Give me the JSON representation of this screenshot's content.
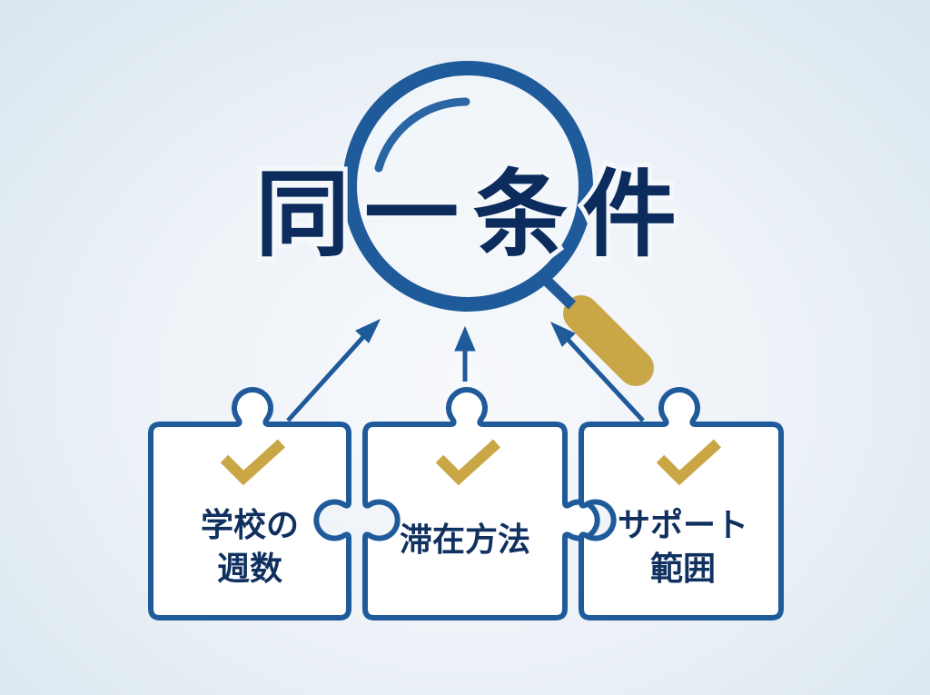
{
  "diagram": {
    "title": "同一条件",
    "title_chars": [
      "同",
      "一",
      "条",
      "件"
    ],
    "pieces": [
      {
        "id": "weeks",
        "lines": [
          "学校の",
          "週数"
        ],
        "check": "checkmark"
      },
      {
        "id": "stay",
        "lines": [
          "滞在方法"
        ],
        "check": "checkmark"
      },
      {
        "id": "support",
        "lines": [
          "サポート",
          "範囲"
        ],
        "check": "checkmark"
      }
    ],
    "icons": {
      "magnifier": "magnifying-glass",
      "check": "checkmark",
      "arrow": "arrow-up"
    },
    "colors": {
      "title": "#0d2c5e",
      "outline": "#1f5a9a",
      "magnifier_ring": "#1f5a9a",
      "handle": "#c9a646",
      "check": "#c9a646",
      "label": "#10305f",
      "background": "#e9f0f6"
    }
  }
}
